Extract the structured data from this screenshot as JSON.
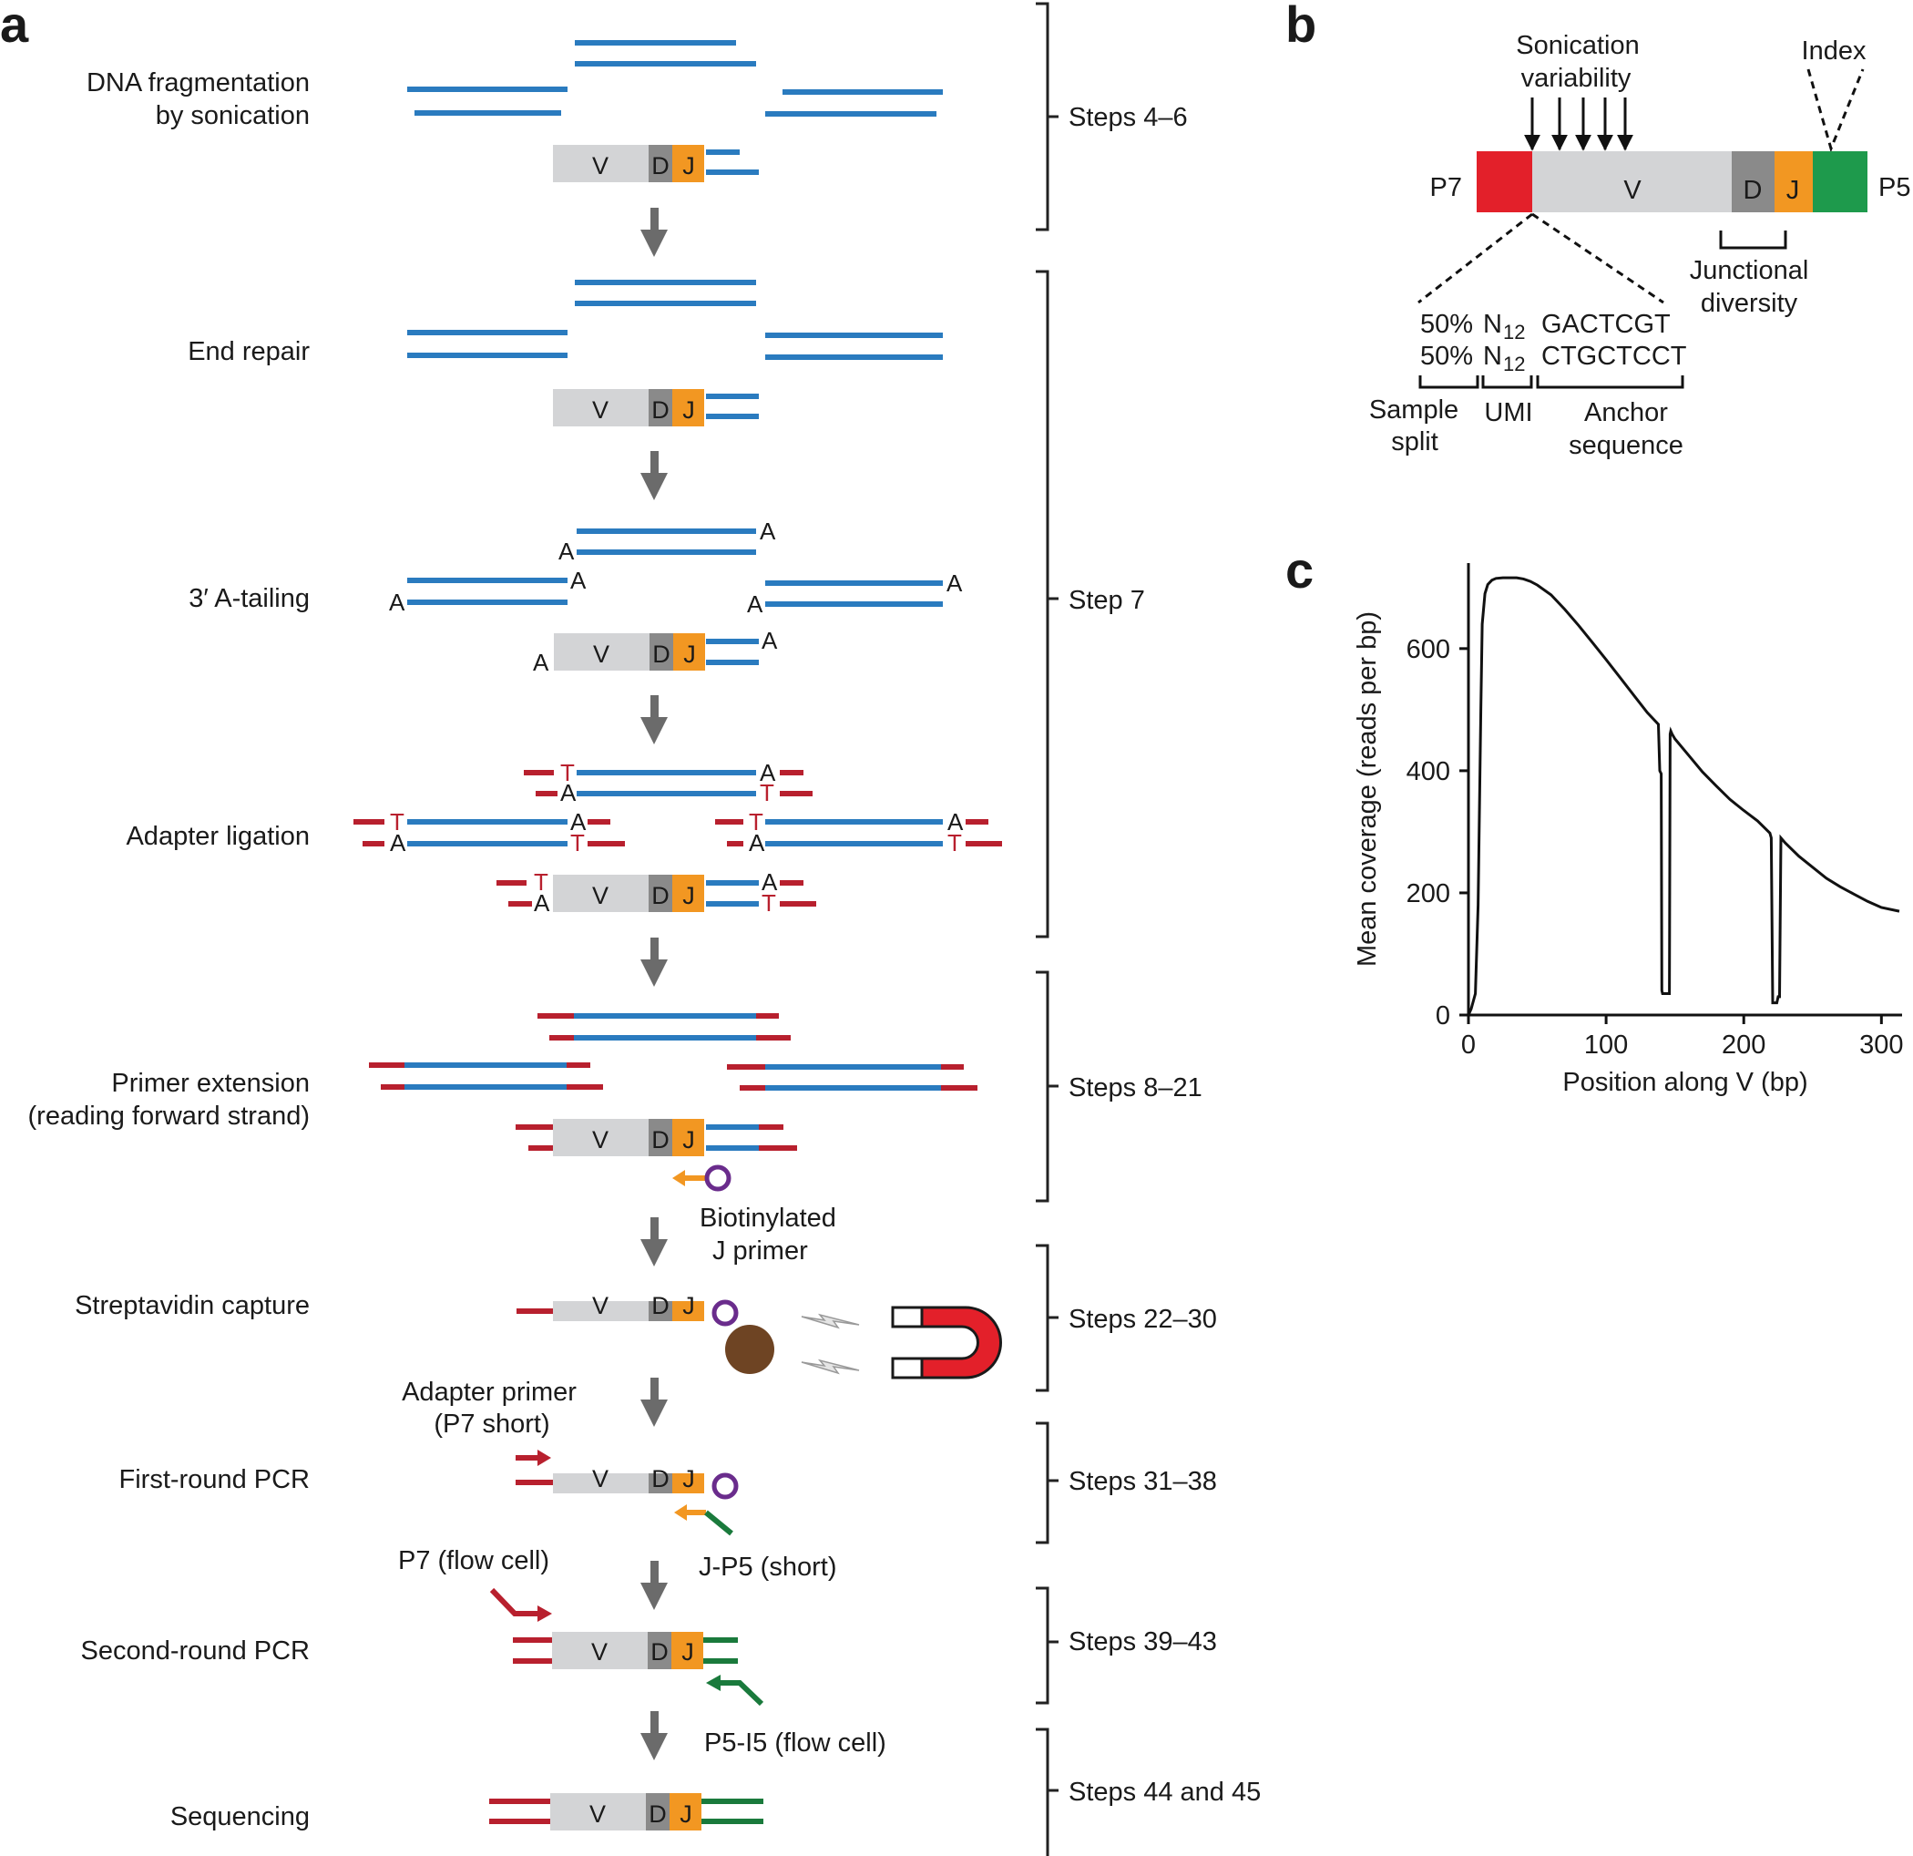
{
  "panels": {
    "a": "a",
    "b": "b",
    "c": "c"
  },
  "panel_a": {
    "steps": [
      {
        "label": [
          "DNA fragmentation",
          "by sonication"
        ]
      },
      {
        "label": [
          "End repair"
        ]
      },
      {
        "label": [
          "3′ A-tailing"
        ]
      },
      {
        "label": [
          "Adapter ligation"
        ]
      },
      {
        "label": [
          "Primer extension",
          "(reading forward strand)"
        ]
      },
      {
        "label": [
          "Streptavidin capture"
        ]
      },
      {
        "label": [
          "First-round PCR"
        ]
      },
      {
        "label": [
          "Second-round PCR"
        ]
      },
      {
        "label": [
          "Sequencing"
        ]
      }
    ],
    "brackets": [
      "Steps 4–6",
      "Step 7",
      "Steps 8–21",
      "Steps 22–30",
      "Steps 31–38",
      "Steps 39–43",
      "Steps 44 and 45"
    ],
    "segments": {
      "v": "V",
      "d": "D",
      "j": "J"
    },
    "bases": {
      "a": "A",
      "t": "T"
    },
    "annotations": {
      "biotin_primer": [
        "Biotinylated",
        "J primer"
      ],
      "adapter_primer": [
        "Adapter primer",
        "(P7 short)"
      ],
      "j_p5": "J-P5 (short)",
      "p7_flow": "P7 (flow cell)",
      "p5_i5": "P5-I5 (flow cell)"
    },
    "colors": {
      "dna": "#2a7bbf",
      "adapter": "#b8202e",
      "v": "#d3d4d6",
      "d": "#8a8a8a",
      "j": "#f29722",
      "p5": "#1a7a3c",
      "biotin": "#6a2c8c",
      "bead": "#6e4423",
      "magnet": "#e3202a",
      "arrow": "#6b6b6b"
    }
  },
  "panel_b": {
    "sonication": [
      "Sonication",
      "variability"
    ],
    "index": "Index",
    "p7": "P7",
    "p5": "P5",
    "v": "V",
    "d": "D",
    "j": "J",
    "junctional": [
      "Junctional",
      "diversity"
    ],
    "seq_rows": [
      {
        "pct": "50%",
        "umi": "N",
        "sub": "12",
        "anchor": "GACTCGT"
      },
      {
        "pct": "50%",
        "umi": "N",
        "sub": "12",
        "anchor": "CTGCTCCT"
      }
    ],
    "labels": {
      "sample_split": [
        "Sample",
        "split"
      ],
      "umi": "UMI",
      "anchor": [
        "Anchor",
        "sequence"
      ]
    },
    "colors": {
      "p7": "#e3202a",
      "v": "#d3d4d6",
      "d": "#8a8a8a",
      "j": "#f29722",
      "p5": "#1e9a4c"
    }
  },
  "chart_data": {
    "type": "line",
    "xlabel": "Position along V (bp)",
    "ylabel": "Mean coverage (reads per bp)",
    "xlim": [
      0,
      315
    ],
    "ylim": [
      0,
      740
    ],
    "xticks": [
      0,
      100,
      200,
      300
    ],
    "yticks": [
      0,
      200,
      400,
      600
    ],
    "grid": false,
    "series": [
      {
        "x": [
          0,
          2,
          5,
          7,
          9,
          10,
          12,
          14,
          17,
          20,
          25,
          30,
          35,
          40,
          45,
          50,
          60,
          70,
          80,
          90,
          100,
          110,
          120,
          130,
          138,
          139,
          140,
          140.5,
          141,
          144,
          146,
          146.5,
          147,
          148,
          150,
          160,
          170,
          180,
          190,
          200,
          210,
          219,
          220,
          221,
          224,
          225,
          226,
          227,
          230,
          240,
          250,
          260,
          270,
          280,
          290,
          300,
          313
        ],
        "y": [
          0,
          10,
          35,
          180,
          500,
          640,
          690,
          705,
          712,
          715,
          716,
          716,
          716,
          714,
          710,
          704,
          688,
          664,
          638,
          610,
          582,
          553,
          524,
          495,
          476,
          400,
          395,
          40,
          35,
          35,
          35,
          460,
          465,
          460,
          452,
          425,
          398,
          375,
          353,
          335,
          318,
          298,
          290,
          20,
          20,
          30,
          30,
          290,
          282,
          260,
          242,
          224,
          210,
          198,
          186,
          176,
          170
        ]
      }
    ]
  }
}
